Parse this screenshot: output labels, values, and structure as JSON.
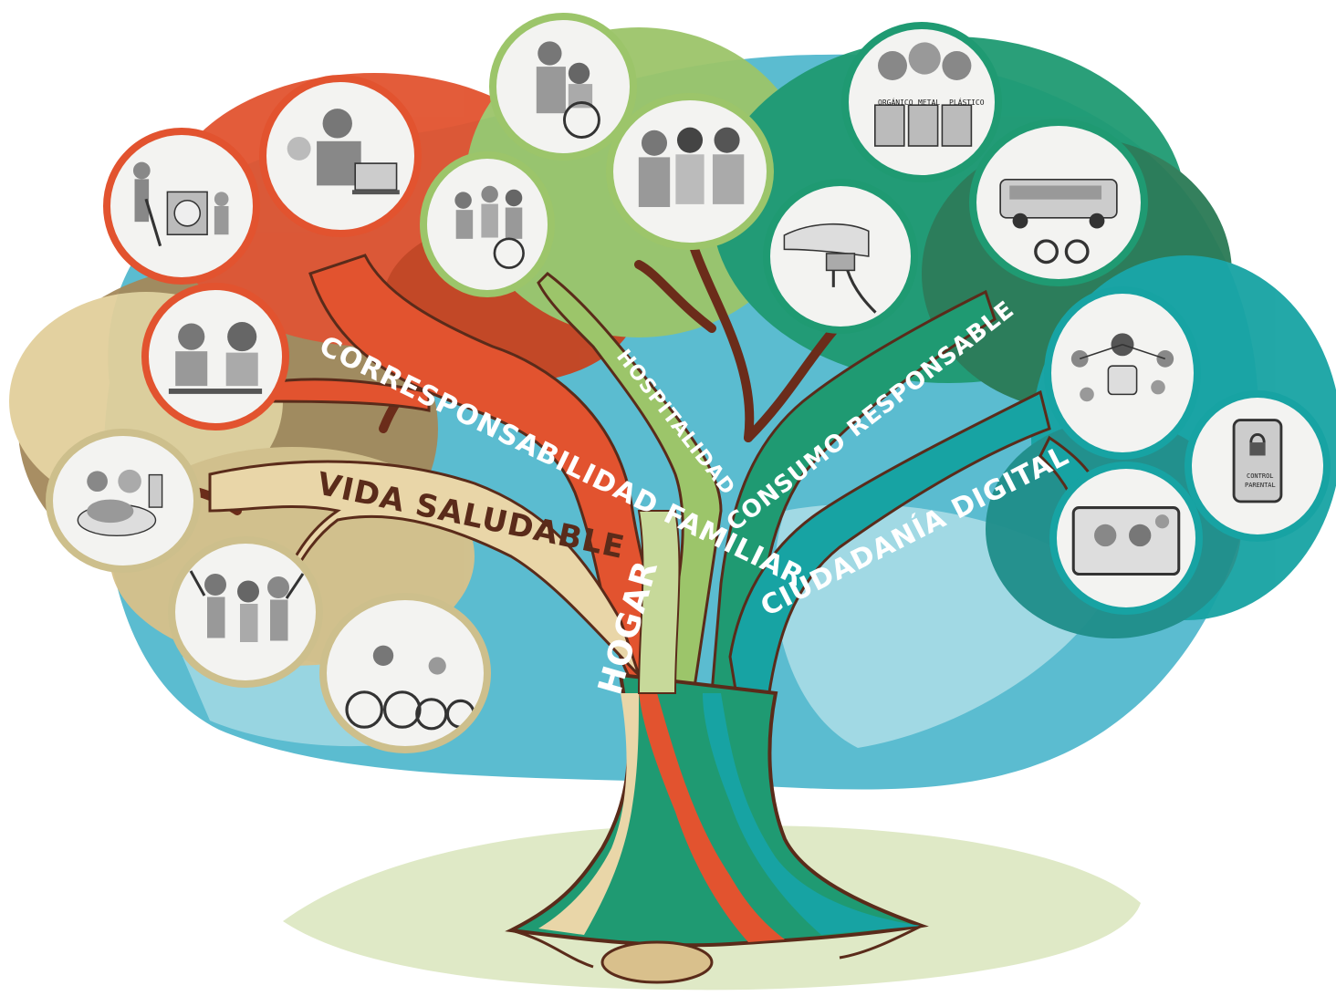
{
  "colors": {
    "sky": "#5bbcd0",
    "sky_light": "#a8dbe5",
    "ground": "#dfe9c6",
    "outline": "#5a2b1a",
    "familiar": "#e2532f",
    "saludable": "#e9d6a8",
    "saludable_dark": "#c8b07a",
    "hospitalidad": "#9cc56a",
    "consumo": "#1f9a72",
    "digital": "#17a3a3",
    "label_dark": "#5a2b1a",
    "label_light": "#ffffff"
  },
  "trunk": {
    "label": "HOGAR"
  },
  "branches": {
    "familiar": {
      "label": "CORRESPONSABILIDAD FAMILIAR"
    },
    "saludable": {
      "label": "VIDA SALUDABLE"
    },
    "hospitalidad": {
      "label": "HOSPITALIDAD"
    },
    "consumo": {
      "label": "CONSUMO RESPONSABLE"
    },
    "digital": {
      "label": "CIUDADANÍA DIGITAL"
    }
  },
  "pictures": {
    "recycling": {
      "bins": [
        "ORGÁNICO",
        "METAL",
        "PLÁSTICO"
      ]
    },
    "phone": {
      "caption_line1": "CONTROL",
      "caption_line2": "PARENTAL"
    }
  },
  "icons": [
    "household-chores-icon",
    "parent-baby-laptop-icon",
    "couple-studying-icon",
    "caregiver-wheelchair-icon",
    "family-wheelchair-icon",
    "greeting-neighbors-icon",
    "healthy-food-icon",
    "exercise-group-icon",
    "family-cycling-icon",
    "recycling-bins-icon",
    "closing-tap-icon",
    "bus-bicycle-icon",
    "digital-network-icon",
    "parental-control-phone-icon",
    "video-call-tablet-icon"
  ]
}
